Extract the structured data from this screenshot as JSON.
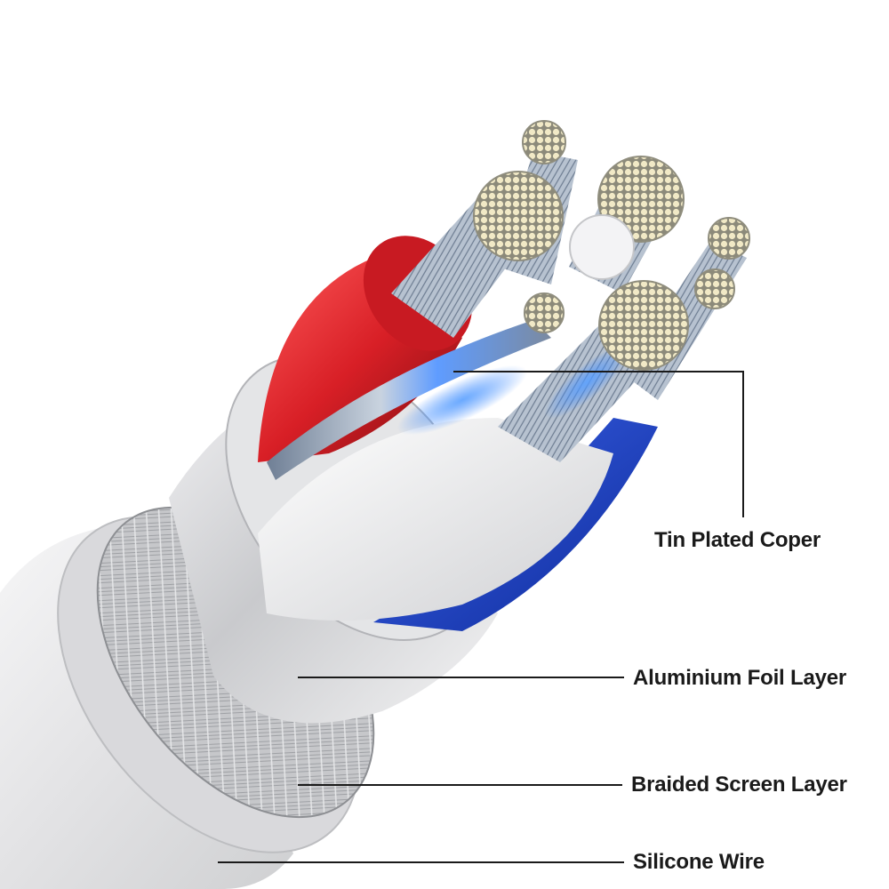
{
  "diagram": {
    "labels": {
      "tin_plated_copper": "Tin Plated Coper",
      "aluminium_foil": "Aluminium Foil Layer",
      "braided_screen": "Braided Screen Layer",
      "silicone_wire": "Silicone Wire"
    },
    "colors": {
      "background": "#ffffff",
      "outer_jacket": "#e9e9ea",
      "braid": "#bfc0c3",
      "foil": "#dcdde0",
      "red_insulation": "#d81f26",
      "blue_insulation": "#1f3fbf",
      "white_insulation": "#f2f2f3",
      "strand_silver": "#9fb0c4",
      "strand_ends": "#efe6c0",
      "glow_blue": "#2a7dff",
      "leader_line": "#1a1a1a"
    }
  }
}
